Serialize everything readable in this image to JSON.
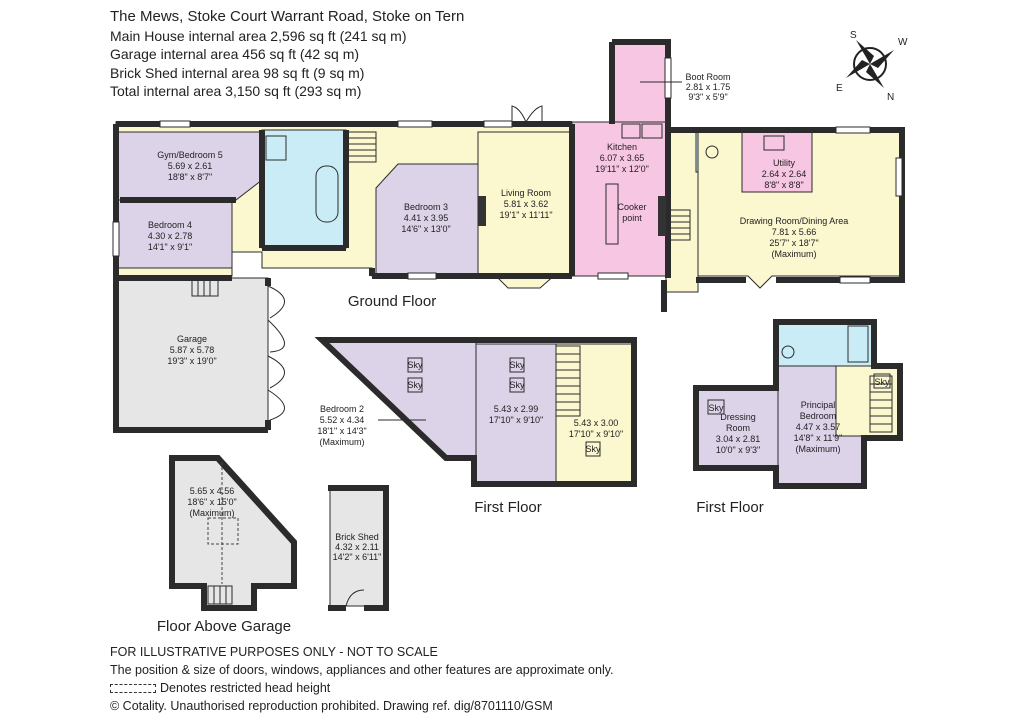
{
  "header": {
    "title": "The Mews, Stoke Court Warrant Road, Stoke on Tern",
    "line1": "Main House internal area 2,596 sq ft (241 sq m)",
    "line2": "Garage internal area 456 sq ft (42 sq m)",
    "line3": "Brick Shed internal area 98 sq ft (9 sq m)",
    "line4": "Total internal area 3,150 sq ft (293 sq m)"
  },
  "compass": {
    "s": "S",
    "w": "W",
    "e": "E",
    "n": "N"
  },
  "colors": {
    "purple": "#dcd3e8",
    "yellow": "#fbf7cf",
    "pink": "#f7c6e2",
    "blue": "#c9ecf6",
    "grey": "#e6e6e6"
  },
  "rooms": {
    "boot": {
      "name": "Boot Room",
      "m": "2.81 x 1.75",
      "f": "9'3\" x 5'9\""
    },
    "kitchen": {
      "name": "Kitchen",
      "m": "6.07 x 3.65",
      "f": "19'11\" x 12'0\""
    },
    "cooker": {
      "l1": "Cooker",
      "l2": "point"
    },
    "gym": {
      "name": "Gym/Bedroom 5",
      "m": "5.69 x 2.61",
      "f": "18'8\" x 8'7\""
    },
    "bed4": {
      "name": "Bedroom 4",
      "m": "4.30 x 2.78",
      "f": "14'1\" x 9'1\""
    },
    "bed3": {
      "name": "Bedroom 3",
      "m": "4.41 x 3.95",
      "f": "14'6\" x 13'0\""
    },
    "living": {
      "name": "Living Room",
      "m": "5.81 x 3.62",
      "f": "19'1\" x 11'11\""
    },
    "utility": {
      "name": "Utility",
      "m": "2.64 x 2.64",
      "f": "8'8\" x 8'8\""
    },
    "drawing": {
      "name": "Drawing Room/Dining Area",
      "m": "7.81 x 5.66",
      "f": "25'7\" x 18'7\"",
      "note": "(Maximum)"
    },
    "garage": {
      "name": "Garage",
      "m": "5.87 x 5.78",
      "f": "19'3\" x 19'0\""
    },
    "bed2": {
      "name": "Bedroom 2",
      "m": "5.52 x 4.34",
      "f": "18'1\" x 14'3\"",
      "note": "(Maximum)"
    },
    "ff_mid": {
      "m": "5.43 x 2.99",
      "f": "17'10\" x 9'10\""
    },
    "ff_right": {
      "m": "5.43 x 3.00",
      "f": "17'10\" x 9'10\""
    },
    "dressing": {
      "l1": "Dressing",
      "l2": "Room",
      "m": "3.04 x 2.81",
      "f": "10'0\" x 9'3\""
    },
    "principal": {
      "l1": "Principal",
      "l2": "Bedroom",
      "m": "4.47 x 3.57",
      "f": "14'8\" x 11'9\"",
      "note": "(Maximum)"
    },
    "above_garage": {
      "m": "5.65 x 4.56",
      "f": "18'6\" x 15'0\"",
      "note": "(Maximum)"
    },
    "shed": {
      "name": "Brick Shed",
      "m": "4.32 x 2.11",
      "f": "14'2\" x 6'11\""
    }
  },
  "sky": "Sky",
  "floors": {
    "ground": "Ground Floor",
    "first_a": "First Floor",
    "first_b": "First Floor",
    "above_garage": "Floor Above Garage"
  },
  "footer": {
    "line1": "FOR ILLUSTRATIVE PURPOSES ONLY - NOT TO SCALE",
    "line2": "The position & size of doors, windows, appliances and other features are approximate only.",
    "line3": "Denotes restricted head height",
    "line4": "© Cotality. Unauthorised reproduction prohibited. Drawing ref. dig/8701110/GSM"
  }
}
